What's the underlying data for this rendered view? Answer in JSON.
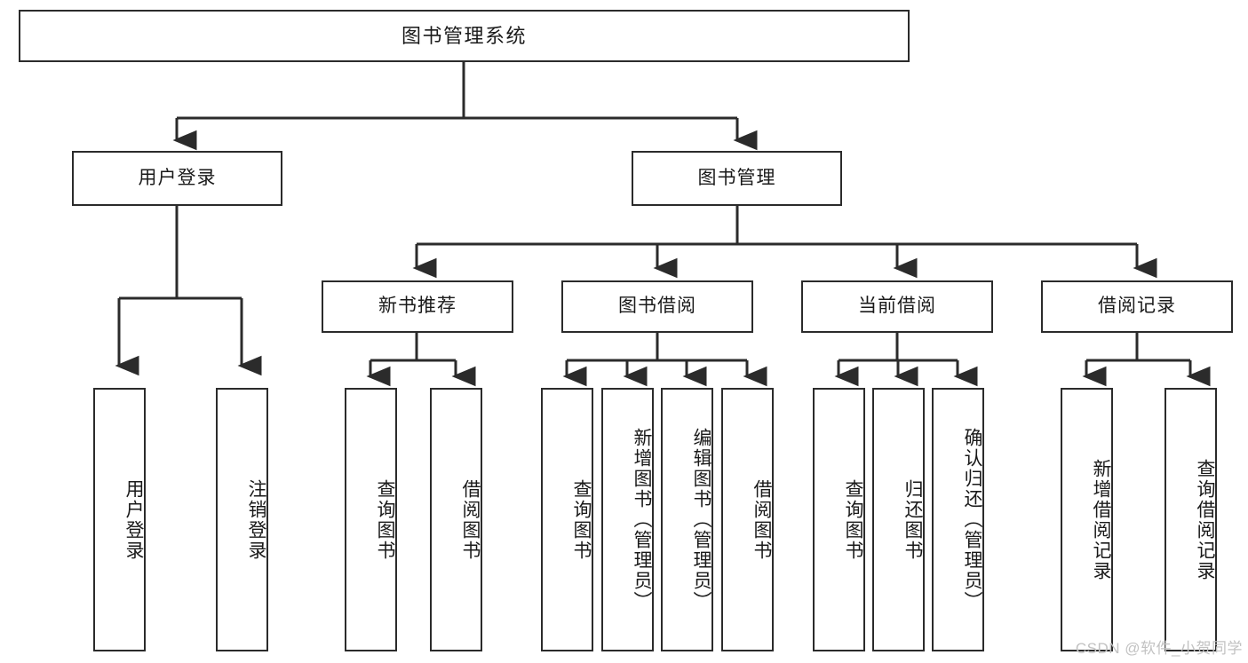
{
  "diagram": {
    "title": "图书管理系统",
    "type": "tree-hierarchy-chart",
    "watermark": "CSDN @软件_小贺同学",
    "colors": {
      "stroke": "#2b2b2b",
      "fill": "#ffffff",
      "text": "#1a1a1a",
      "watermark": "#c2c2c2"
    },
    "root": {
      "label": "图书管理系统"
    },
    "level2": [
      {
        "label": "用户登录"
      },
      {
        "label": "图书管理"
      }
    ],
    "level3": [
      {
        "label": "新书推荐"
      },
      {
        "label": "图书借阅"
      },
      {
        "label": "当前借阅"
      },
      {
        "label": "借阅记录"
      }
    ],
    "leaves": {
      "user_login": [
        {
          "label": "用户登录"
        },
        {
          "label": "注销登录"
        }
      ],
      "new_book_recommend": [
        {
          "label": "查询图书"
        },
        {
          "label": "借阅图书"
        }
      ],
      "book_borrow": [
        {
          "label": "查询图书"
        },
        {
          "label": "新增图书（管理员）"
        },
        {
          "label": "编辑图书（管理员）"
        },
        {
          "label": "借阅图书"
        }
      ],
      "current_borrow": [
        {
          "label": "查询图书"
        },
        {
          "label": "归还图书"
        },
        {
          "label": "确认归还（管理员）"
        }
      ],
      "borrow_record": [
        {
          "label": "新增借阅记录"
        },
        {
          "label": "查询借阅记录"
        }
      ]
    }
  }
}
